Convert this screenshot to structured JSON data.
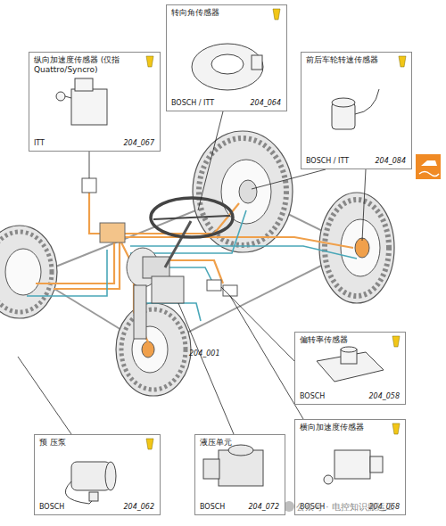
{
  "diagram": {
    "nodes": [
      {
        "text": [
          "纵向加速度传感器 (仅指Quattro/Syncro)",
          "ITT",
          "204_067"
        ]
      },
      {
        "text": [
          "转向角传感器",
          "BOSCH / ITT",
          "204_064"
        ]
      },
      {
        "text": [
          "前后车轮转速传感器",
          "BOSCH / ITT",
          "204_084"
        ]
      },
      {
        "text": [
          "偏转率传感器",
          "BOSCH",
          "204_058"
        ]
      },
      {
        "text": [
          "预 压泵",
          "BOSCH",
          "204_062"
        ]
      },
      {
        "text": [
          "液压单元",
          "BOSCH",
          "204_072"
        ]
      },
      {
        "text": [
          "横向加速度传感器",
          "BOSCH",
          "204_068"
        ]
      }
    ],
    "labels": [
      "204_001",
      "公众号 · 电控知识搬运工"
    ]
  }
}
